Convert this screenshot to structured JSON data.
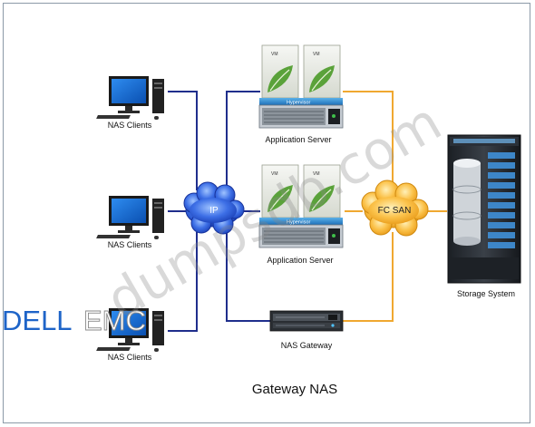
{
  "nodes": {
    "nas_clients_top": "NAS Clients",
    "nas_clients_mid": "NAS Clients",
    "nas_clients_bottom": "NAS Clients",
    "app_server_top": "Application Server",
    "app_server_bottom": "Application Server",
    "nas_gateway": "NAS Gateway",
    "storage_system": "Storage System"
  },
  "clouds": {
    "ip": "IP",
    "fc_san": "FC SAN"
  },
  "server_labels": {
    "vm": "VM",
    "hypervisor": "Hypervisor"
  },
  "caption": "Gateway NAS",
  "watermark": "dumpsdb.com",
  "brand": {
    "left": "DELL",
    "right": "EMC"
  },
  "colors": {
    "ip_link": "#1f2e8c",
    "fc_link": "#f0a830",
    "ip_cloud": "#2a58d8",
    "fc_cloud": "#f8b030"
  }
}
